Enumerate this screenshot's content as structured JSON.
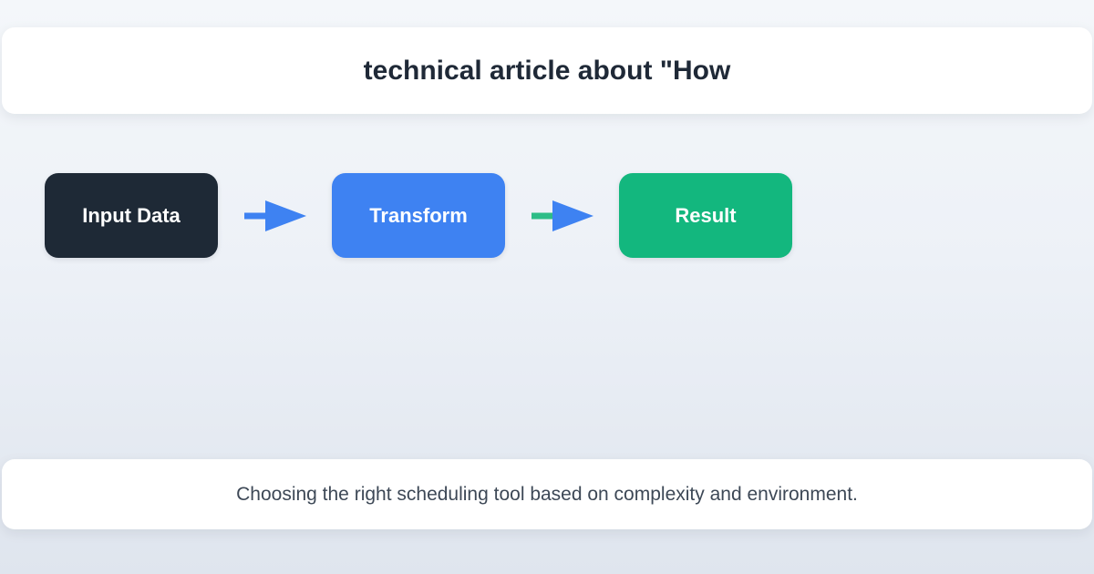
{
  "page": {
    "background_top_color": "#f4f7fa",
    "background_bottom_color": "#dfe5ee",
    "card_color": "#ffffff"
  },
  "header": {
    "title": "technical article about \"How"
  },
  "flow": {
    "nodes": [
      {
        "label": "Input Data",
        "color": "#1e2936",
        "text_color": "#ffffff"
      },
      {
        "label": "Transform",
        "color": "#3e82f2",
        "text_color": "#ffffff"
      },
      {
        "label": "Result",
        "color": "#13b77e",
        "text_color": "#ffffff"
      }
    ],
    "arrows": [
      {
        "line_color": "#3e82f2",
        "head_color": "#3e82f2"
      },
      {
        "line_color": "#2dbd87",
        "head_color": "#3e82f2"
      }
    ]
  },
  "footer": {
    "caption": "Choosing the right scheduling tool based on complexity and environment."
  }
}
